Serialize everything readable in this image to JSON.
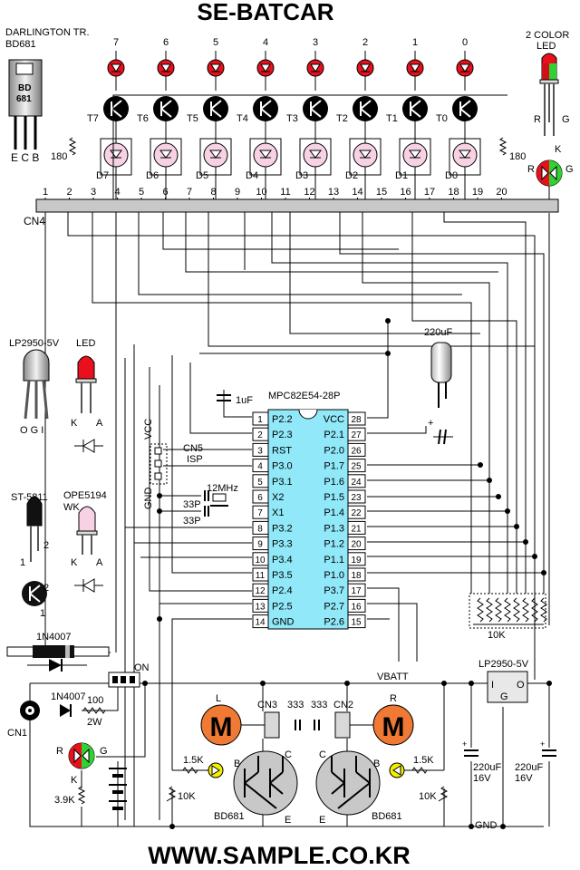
{
  "title": "SE-BATCAR",
  "footer": "WWW.SAMPLE.CO.KR",
  "darlington": {
    "line1": "DARLINGTON TR.",
    "line2": "BD681",
    "body_l1": "BD",
    "body_l2": "681",
    "pins": "E C B"
  },
  "two_color_led": {
    "line1": "2 COLOR",
    "line2": "LED",
    "r": "R",
    "g": "G",
    "k": "K"
  },
  "led_indices": [
    "7",
    "6",
    "5",
    "4",
    "3",
    "2",
    "1",
    "0"
  ],
  "transistors": [
    "T7",
    "T6",
    "T5",
    "T4",
    "T3",
    "T2",
    "T1",
    "T0"
  ],
  "diodes": [
    "D7",
    "D6",
    "D5",
    "D4",
    "D3",
    "D2",
    "D1",
    "D0"
  ],
  "resistor_180": "180",
  "cn4": {
    "label": "CN4",
    "pins": [
      "1",
      "2",
      "3",
      "4",
      "5",
      "6",
      "7",
      "8",
      "9",
      "10",
      "11",
      "12",
      "13",
      "14",
      "15",
      "16",
      "17",
      "18",
      "19",
      "20"
    ]
  },
  "mcu": {
    "name": "MPC82E54-28P",
    "left_pins": [
      {
        "num": "1",
        "name": "P2.2"
      },
      {
        "num": "2",
        "name": "P2.3"
      },
      {
        "num": "3",
        "name": "RST"
      },
      {
        "num": "4",
        "name": "P3.0"
      },
      {
        "num": "5",
        "name": "P3.1"
      },
      {
        "num": "6",
        "name": "X2"
      },
      {
        "num": "7",
        "name": "X1"
      },
      {
        "num": "8",
        "name": "P3.2"
      },
      {
        "num": "9",
        "name": "P3.3"
      },
      {
        "num": "10",
        "name": "P3.4"
      },
      {
        "num": "11",
        "name": "P3.5"
      },
      {
        "num": "12",
        "name": "P2.4"
      },
      {
        "num": "13",
        "name": "P2.5"
      },
      {
        "num": "14",
        "name": "GND"
      }
    ],
    "right_pins": [
      {
        "num": "28",
        "name": "VCC"
      },
      {
        "num": "27",
        "name": "P2.1"
      },
      {
        "num": "26",
        "name": "P2.0"
      },
      {
        "num": "25",
        "name": "P1.7"
      },
      {
        "num": "24",
        "name": "P1.6"
      },
      {
        "num": "23",
        "name": "P1.5"
      },
      {
        "num": "22",
        "name": "P1.4"
      },
      {
        "num": "21",
        "name": "P1.3"
      },
      {
        "num": "20",
        "name": "P1.2"
      },
      {
        "num": "19",
        "name": "P1.1"
      },
      {
        "num": "18",
        "name": "P1.0"
      },
      {
        "num": "17",
        "name": "P3.7"
      },
      {
        "num": "16",
        "name": "P2.7"
      },
      {
        "num": "15",
        "name": "P2.6"
      }
    ]
  },
  "parts": {
    "cap_1uF": "1uF",
    "cap_220uF_top": "220uF",
    "crystal": "12MHz",
    "cap_33p": "33P",
    "cn5": "CN5",
    "isp": "ISP",
    "vcc": "VCC",
    "gnd_isp": "GND",
    "resnet": "10K",
    "on": "ON",
    "vbatt": "VBATT",
    "gnd_bottom": "GND",
    "diode_1n4007": "1N4007",
    "res_100": "100",
    "res_2w": "2W",
    "cn1": "CN1",
    "res_39k": "3.9K",
    "res_15k": "1.5K",
    "res_10k": "10K",
    "motor_m": "M",
    "motor_l": "L",
    "motor_r": "R",
    "cn3": "CN3",
    "cn2": "CN2",
    "cap_333": "333",
    "bd681": "BD681",
    "pin_b": "B",
    "pin_c": "C",
    "pin_e": "E",
    "cap_220uf": "220uF",
    "cap_16v": "16V",
    "reg_pins": {
      "i": "I",
      "o": "O",
      "g": "G"
    }
  },
  "legend": {
    "lp2950": "LP2950-5V",
    "lp2950_pins": "O  G  I",
    "led": "LED",
    "led_k": "K",
    "led_a": "A",
    "st5811": "ST-5811",
    "ope5194": "OPE5194",
    "wk": "WK",
    "pin1": "1",
    "pin2": "2",
    "n1n4007": "1N4007"
  },
  "colors": {
    "led_red": "#e8101c",
    "cn4_bar": "#c8c8c8",
    "mcu_body": "#90e8f8",
    "diode_fill": "#f7d2e4",
    "motor": "#f07a34",
    "yellow_led": "#f4f000",
    "green": "#2fd230"
  }
}
